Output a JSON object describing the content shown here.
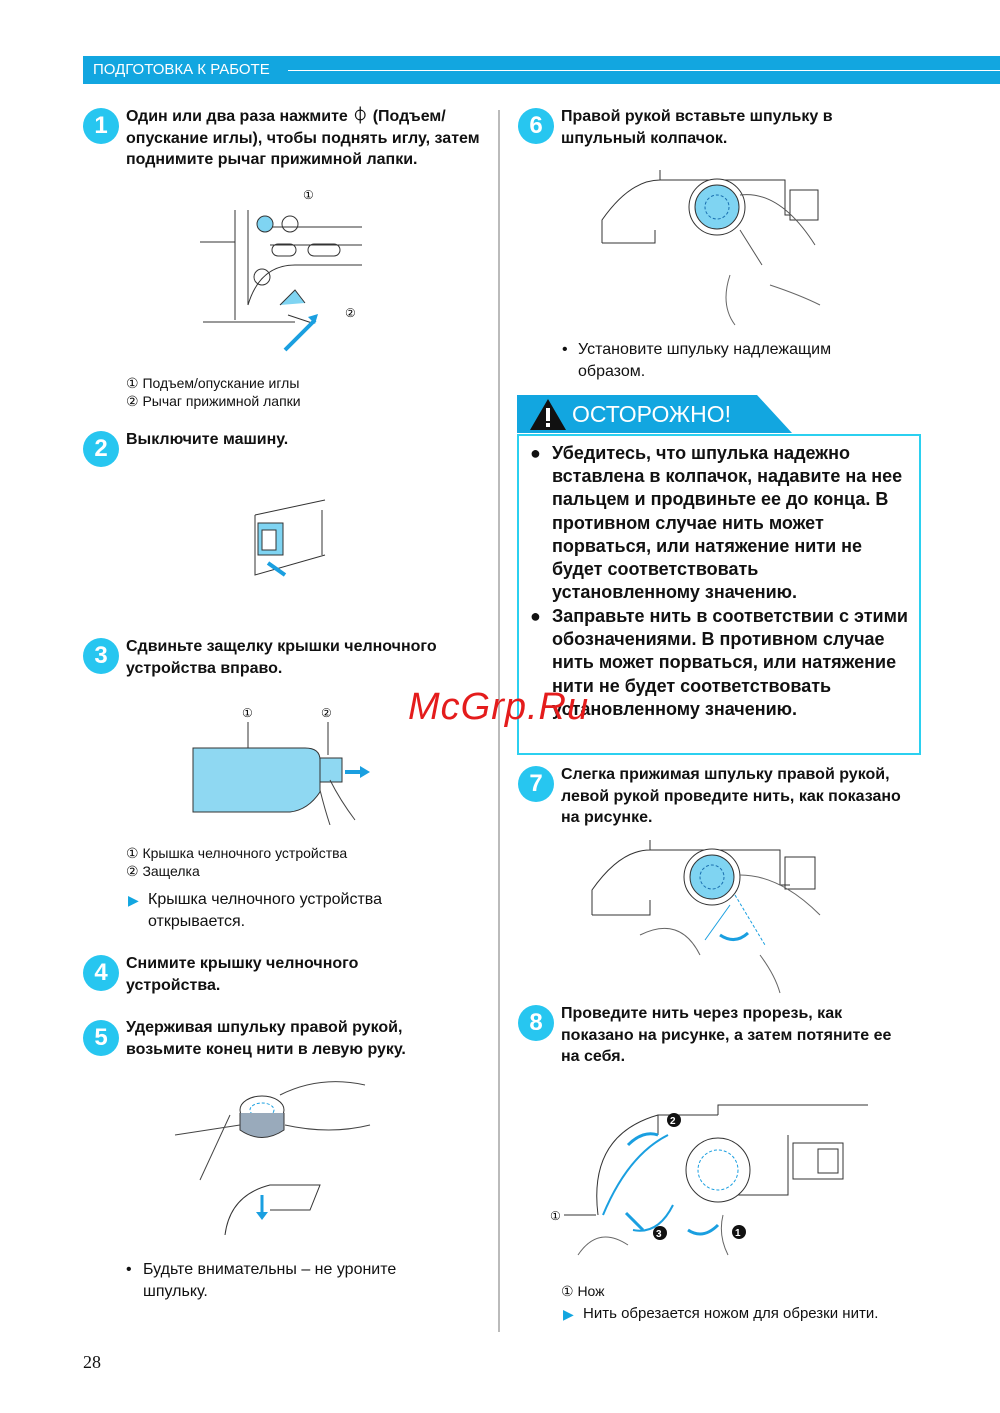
{
  "header": {
    "section": "ПОДГОТОВКА К РАБОТЕ"
  },
  "steps": [
    {
      "num": "1",
      "text": "Один или два раза нажмите ⏀ (Подъем/ опускание иглы), чтобы поднять иглу, затем поднимите рычаг прижимной лапки.",
      "captions": [
        "① Подъем/опускание иглы",
        "② Рычаг прижимной лапки"
      ]
    },
    {
      "num": "2",
      "text": "Выключите машину."
    },
    {
      "num": "3",
      "text": "Сдвиньте защелку крышки челночного устройства вправо.",
      "captions": [
        "① Крышка челночного устройства",
        "② Защелка"
      ],
      "result": "Крышка челночного устройства открывается."
    },
    {
      "num": "4",
      "text": "Снимите крышку челночного устройства."
    },
    {
      "num": "5",
      "text": "Удерживая шпульку правой рукой, возьмите конец нити в левую руку.",
      "note": "Будьте внимательны – не уроните шпульку."
    },
    {
      "num": "6",
      "text": "Правой рукой вставьте шпульку в шпульный колпачок.",
      "note": "Установите шпульку надлежащим образом."
    },
    {
      "num": "7",
      "text": "Слегка прижимая шпульку правой рукой, левой рукой проведите нить, как показано на рисунке."
    },
    {
      "num": "8",
      "text": "Проведите нить через прорезь, как показано на рисунке, а затем потяните ее на себя.",
      "captions": [
        "① Нож"
      ],
      "result": "Нить обрезается ножом для обрезки нити."
    }
  ],
  "caution": {
    "title": "ОСТОРОЖНО!",
    "items": [
      "Убедитесь, что шпулька надежно вставлена в колпачок, надавите на нее пальцем и продвиньте ее до конца. В противном случае нить может порваться, или натяжение нити не будет соответствовать установленному значению.",
      "Заправьте нить в соответствии с этими обозначениями. В противном случае нить может порваться, или натяжение нити не будет соответствовать установленному значению."
    ]
  },
  "watermark": "McGrp.Ru",
  "page_number": "28",
  "colors": {
    "accent": "#12a6e0",
    "step": "#27c6f0",
    "watermark": "#e41c1c"
  }
}
